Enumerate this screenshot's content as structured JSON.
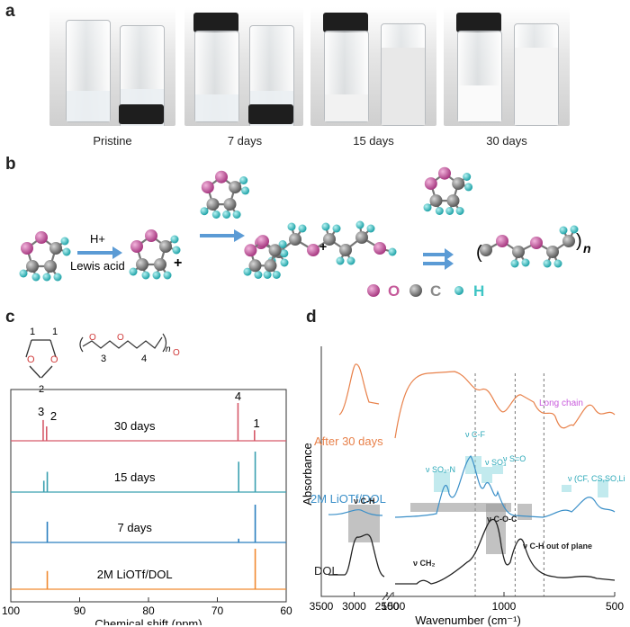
{
  "panel_a": {
    "letter": "a",
    "photos": [
      {
        "label": "Pristine",
        "state": "clear"
      },
      {
        "label": "7 days",
        "state": "clear"
      },
      {
        "label": "15 days",
        "state": "cloudy"
      },
      {
        "label": "30 days",
        "state": "gel"
      }
    ]
  },
  "panel_b": {
    "letter": "b",
    "h_plus": "H+",
    "catalyst": "Lewis acid",
    "plus_sign": "+",
    "repeat_n": "n",
    "legend": [
      {
        "label": "O",
        "color": "#c55a9a"
      },
      {
        "label": "C",
        "color": "#8a8a8a"
      },
      {
        "label": "H",
        "color": "#3fc5c5"
      }
    ]
  },
  "panel_c": {
    "letter": "c",
    "ring_labels": [
      "1",
      "1",
      "2"
    ],
    "chain_labels": [
      "3",
      "4",
      "n"
    ],
    "peak_labels": [
      "3",
      "2",
      "4",
      "1"
    ],
    "chart_data": {
      "type": "line",
      "xlabel": "Chemical shift (ppm)",
      "xlim": [
        100,
        60
      ],
      "x_ticks": [
        100,
        90,
        80,
        70,
        60
      ],
      "series": [
        {
          "name": "30 days",
          "color": "#d65a6a",
          "peaks": [
            {
              "x": 95.3,
              "h": 0.55
            },
            {
              "x": 94.8,
              "h": 0.38
            },
            {
              "x": 67.0,
              "h": 1.0
            },
            {
              "x": 64.6,
              "h": 0.28
            }
          ]
        },
        {
          "name": "15 days",
          "color": "#3aa0b0",
          "peaks": [
            {
              "x": 95.2,
              "h": 0.28
            },
            {
              "x": 94.7,
              "h": 0.5
            },
            {
              "x": 66.9,
              "h": 0.75
            },
            {
              "x": 64.5,
              "h": 1.0
            }
          ]
        },
        {
          "name": "7 days",
          "color": "#2a7fbf",
          "peaks": [
            {
              "x": 94.7,
              "h": 0.55
            },
            {
              "x": 66.9,
              "h": 0.1
            },
            {
              "x": 64.5,
              "h": 1.0
            }
          ]
        },
        {
          "name": "2M LiOTf/DOL",
          "color": "#f08a30",
          "peaks": [
            {
              "x": 94.7,
              "h": 0.45
            },
            {
              "x": 64.5,
              "h": 1.0
            }
          ]
        }
      ]
    }
  },
  "panel_d": {
    "letter": "d",
    "long_chain": "Long chain",
    "chart_data": {
      "type": "line",
      "xlabel": "Wavenumber (cm⁻¹)",
      "ylabel": "Absorbance",
      "x_ticks": [
        3500,
        3000,
        2500,
        1500,
        1000,
        500
      ],
      "series": [
        {
          "name": "After 30 days",
          "color": "#e8814a"
        },
        {
          "name": "2M LiOTf/DOL",
          "color": "#3a8fc8"
        },
        {
          "name": "DOL",
          "color": "#222222"
        }
      ],
      "annotations_blue": [
        "ν SO₂-N",
        "ν C-F",
        "ν SO₃",
        "ν S=O",
        "ν (CF, CS,SO,LiN)"
      ],
      "annotations_black": [
        "ν C-H",
        "ν CH₂",
        "ν C-O-C",
        "ν C-H out of plane"
      ]
    }
  }
}
